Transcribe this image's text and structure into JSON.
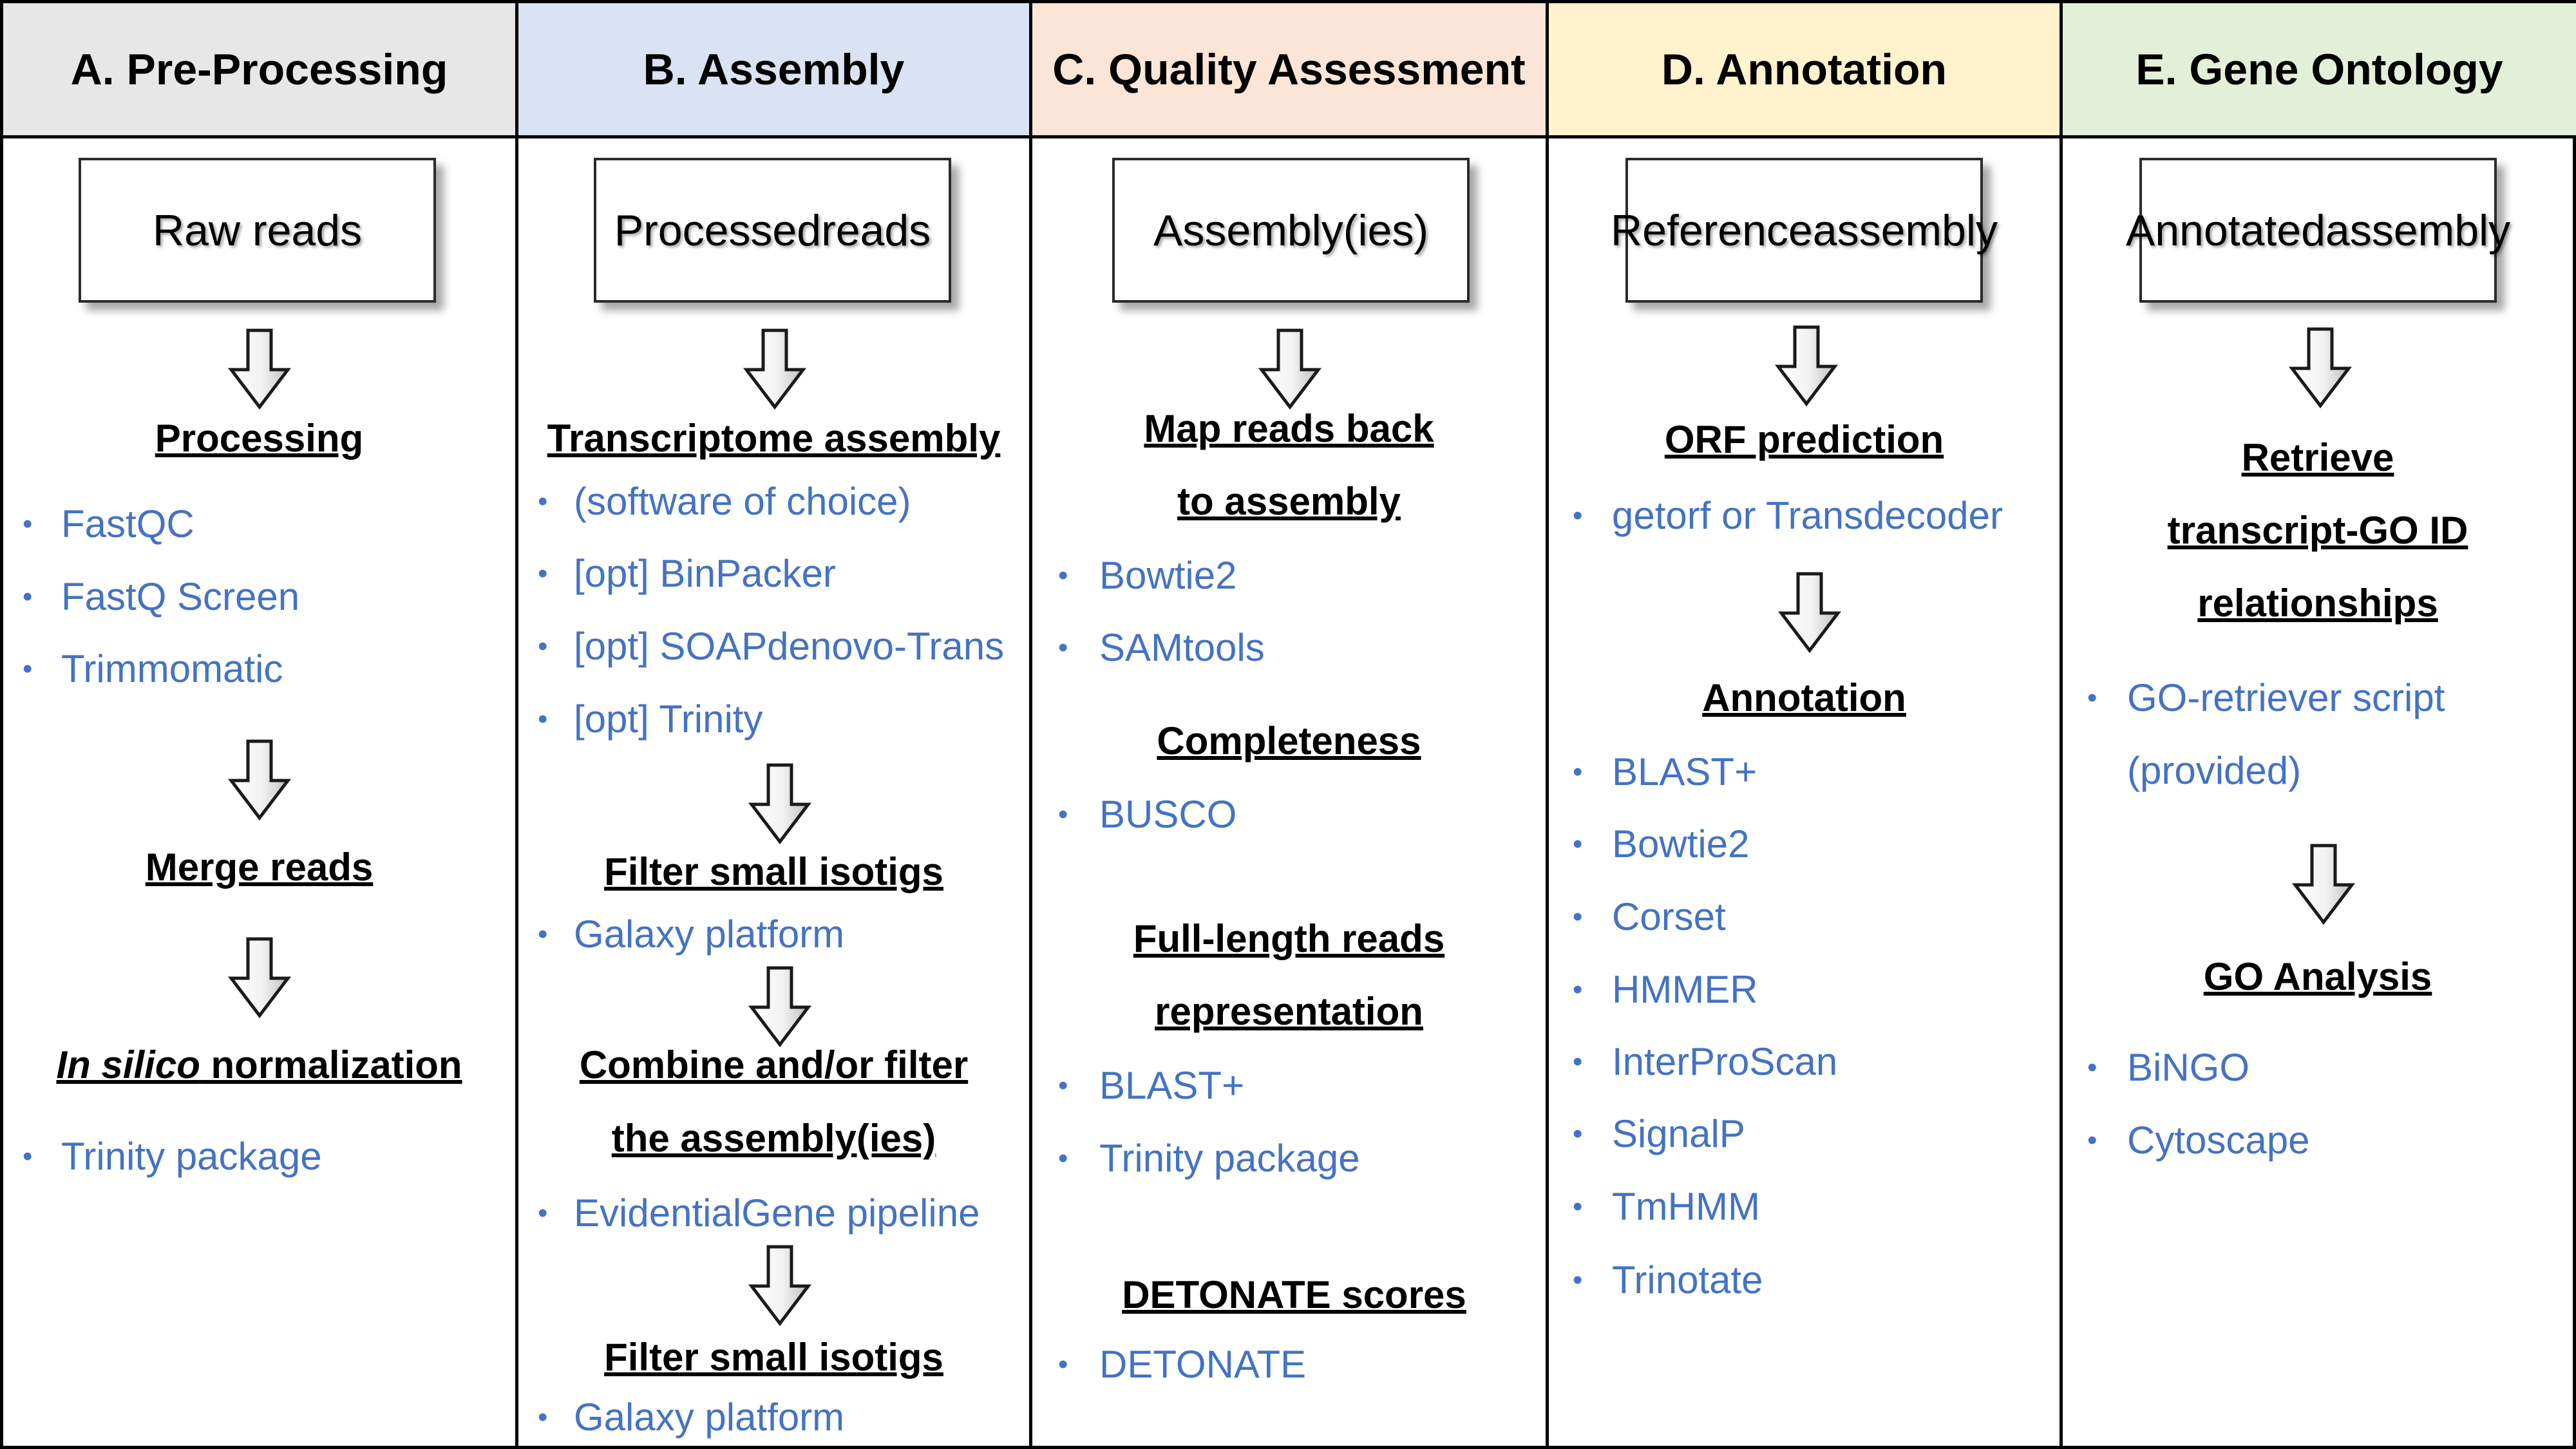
{
  "headers": {
    "a": {
      "label": "A. Pre-Processing",
      "bg": "#e8e7e7"
    },
    "b": {
      "label": "B. Assembly",
      "bg": "#dae3f3"
    },
    "c": {
      "label": "C. Quality Assessment",
      "bg": "#fbe5d6"
    },
    "d": {
      "label": "D. Annotation",
      "bg": "#fff2cc"
    },
    "e": {
      "label": "E. Gene Ontology",
      "bg": "#e2f0d9"
    }
  },
  "colors": {
    "item_text": "#4472c4",
    "border": "#000000"
  },
  "bullet_glyph": "•",
  "col_a": {
    "box": "Raw reads",
    "processing": {
      "title": "Processing",
      "items": [
        "FastQC",
        "FastQ Screen",
        "Trimmomatic"
      ]
    },
    "merge": {
      "title": "Merge reads"
    },
    "normalization": {
      "title_italic": "In silico",
      "title_rest": " normalization",
      "items": [
        "Trinity package"
      ]
    }
  },
  "col_b": {
    "box_line1": "Processed",
    "box_line2": "reads",
    "transcriptome": {
      "title": "Transcriptome assembly",
      "items": [
        "(software of choice)",
        "[opt] BinPacker",
        "[opt] SOAPdenovo-Trans",
        "[opt] Trinity"
      ]
    },
    "filter1": {
      "title": "Filter small isotigs",
      "items": [
        "Galaxy platform"
      ]
    },
    "combine": {
      "title_line1": "Combine and/or filter",
      "title_line2": "the assembly(ies)",
      "items": [
        "EvidentialGene pipeline"
      ]
    },
    "filter2": {
      "title": "Filter small isotigs",
      "items": [
        "Galaxy platform"
      ]
    }
  },
  "col_c": {
    "box": "Assembly(ies)",
    "map": {
      "title_line1": "Map reads back ",
      "title_line2": "to assembly",
      "items": [
        "Bowtie2",
        "SAMtools"
      ]
    },
    "completeness": {
      "title": "Completeness",
      "items": [
        "BUSCO"
      ]
    },
    "fulllength": {
      "title_line1": "Full-length reads",
      "title_line2": "representation",
      "items": [
        "BLAST+",
        "Trinity package"
      ]
    },
    "detonate": {
      "title": "DETONATE scores",
      "items": [
        "DETONATE"
      ]
    }
  },
  "col_d": {
    "box_line1": "Reference",
    "box_line2": "assembly",
    "orf": {
      "title": "ORF prediction",
      "items": [
        "getorf or Transdecoder"
      ]
    },
    "annotation": {
      "title": "Annotation",
      "items": [
        "BLAST+",
        "Bowtie2",
        "Corset",
        "HMMER",
        "InterProScan",
        "SignalP",
        "TmHMM",
        "Trinotate"
      ]
    }
  },
  "col_e": {
    "box_line1": "Annotated",
    "box_line2": "assembly",
    "retrieve": {
      "title_line1": "Retrieve",
      "title_line2": "transcript-GO ID",
      "title_line3": "relationships",
      "item_line1": "GO-retriever script",
      "item_line2": "(provided)"
    },
    "go": {
      "title": "GO Analysis",
      "items": [
        "BiNGO",
        "Cytoscape"
      ]
    }
  }
}
